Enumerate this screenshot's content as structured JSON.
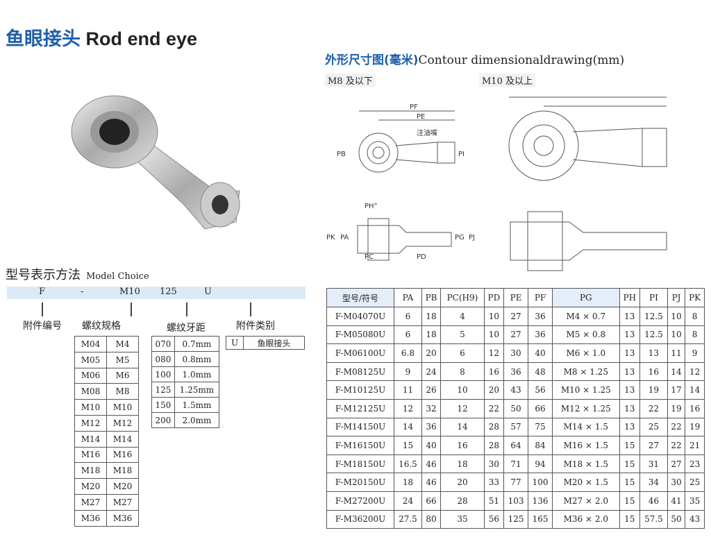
{
  "title": {
    "cn": "鱼眼接头",
    "en": "Rod end eye"
  },
  "dim": {
    "cn": "外形尺寸图(毫米)",
    "en": "Contour dimensionaldrawing(mm)",
    "small_label": "M8 及以下",
    "large_label": "M10 及以上",
    "drawing_labels": {
      "pf": "PF",
      "pe": "PE",
      "pb": "PB",
      "pi": "PI",
      "oil": "注油嘴",
      "ph": "PH°",
      "pk": "PK",
      "pa": "PA",
      "pc": "PC",
      "pd": "PD",
      "pg": "PG",
      "pj": "PJ"
    }
  },
  "model": {
    "title": "型号表示方法",
    "title_en": "Model Choice",
    "code": [
      "F",
      "-",
      "M10",
      "125",
      "U"
    ],
    "labels": [
      "附件编号",
      "螺纹规格",
      "螺纹牙距",
      "附件类别"
    ],
    "threads": [
      [
        "M04",
        "M4"
      ],
      [
        "M05",
        "M5"
      ],
      [
        "M06",
        "M6"
      ],
      [
        "M08",
        "M8"
      ],
      [
        "M10",
        "M10"
      ],
      [
        "M12",
        "M12"
      ],
      [
        "M14",
        "M14"
      ],
      [
        "M16",
        "M16"
      ],
      [
        "M18",
        "M18"
      ],
      [
        "M20",
        "M20"
      ],
      [
        "M27",
        "M27"
      ],
      [
        "M36",
        "M36"
      ]
    ],
    "pitches": [
      [
        "070",
        "0.7mm"
      ],
      [
        "080",
        "0.8mm"
      ],
      [
        "100",
        "1.0mm"
      ],
      [
        "125",
        "1.25mm"
      ],
      [
        "150",
        "1.5mm"
      ],
      [
        "200",
        "2.0mm"
      ]
    ],
    "kind": [
      "U",
      "鱼眼接头"
    ]
  },
  "spec": {
    "headers": [
      "型号/符号",
      "PA",
      "PB",
      "PC(H9)",
      "PD",
      "PE",
      "PF",
      "PG",
      "PH",
      "PI",
      "PJ",
      "PK"
    ],
    "rows": [
      [
        "F-M04070U",
        "6",
        "18",
        "4",
        "10",
        "27",
        "36",
        "M4 × 0.7",
        "13",
        "12.5",
        "10",
        "8"
      ],
      [
        "F-M05080U",
        "6",
        "18",
        "5",
        "10",
        "27",
        "36",
        "M5 × 0.8",
        "13",
        "12.5",
        "10",
        "8"
      ],
      [
        "F-M06100U",
        "6.8",
        "20",
        "6",
        "12",
        "30",
        "40",
        "M6 × 1.0",
        "13",
        "13",
        "11",
        "9"
      ],
      [
        "F-M08125U",
        "9",
        "24",
        "8",
        "16",
        "36",
        "48",
        "M8 × 1.25",
        "13",
        "16",
        "14",
        "12"
      ],
      [
        "F-M10125U",
        "11",
        "26",
        "10",
        "20",
        "43",
        "56",
        "M10 × 1.25",
        "13",
        "19",
        "17",
        "14"
      ],
      [
        "F-M12125U",
        "12",
        "32",
        "12",
        "22",
        "50",
        "66",
        "M12 × 1.25",
        "13",
        "22",
        "19",
        "16"
      ],
      [
        "F-M14150U",
        "14",
        "36",
        "14",
        "28",
        "57",
        "75",
        "M14 × 1.5",
        "13",
        "25",
        "22",
        "19"
      ],
      [
        "F-M16150U",
        "15",
        "40",
        "16",
        "28",
        "64",
        "84",
        "M16 × 1.5",
        "15",
        "27",
        "22",
        "21"
      ],
      [
        "F-M18150U",
        "16.5",
        "46",
        "18",
        "30",
        "71",
        "94",
        "M18 × 1.5",
        "15",
        "31",
        "27",
        "23"
      ],
      [
        "F-M20150U",
        "18",
        "46",
        "20",
        "33",
        "77",
        "100",
        "M20 × 1.5",
        "15",
        "34",
        "30",
        "25"
      ],
      [
        "F-M27200U",
        "24",
        "66",
        "28",
        "51",
        "103",
        "136",
        "M27 × 2.0",
        "15",
        "46",
        "41",
        "35"
      ],
      [
        "F-M36200U",
        "27.5",
        "80",
        "35",
        "56",
        "125",
        "165",
        "M36 × 2.0",
        "15",
        "57.5",
        "50",
        "43"
      ]
    ]
  }
}
